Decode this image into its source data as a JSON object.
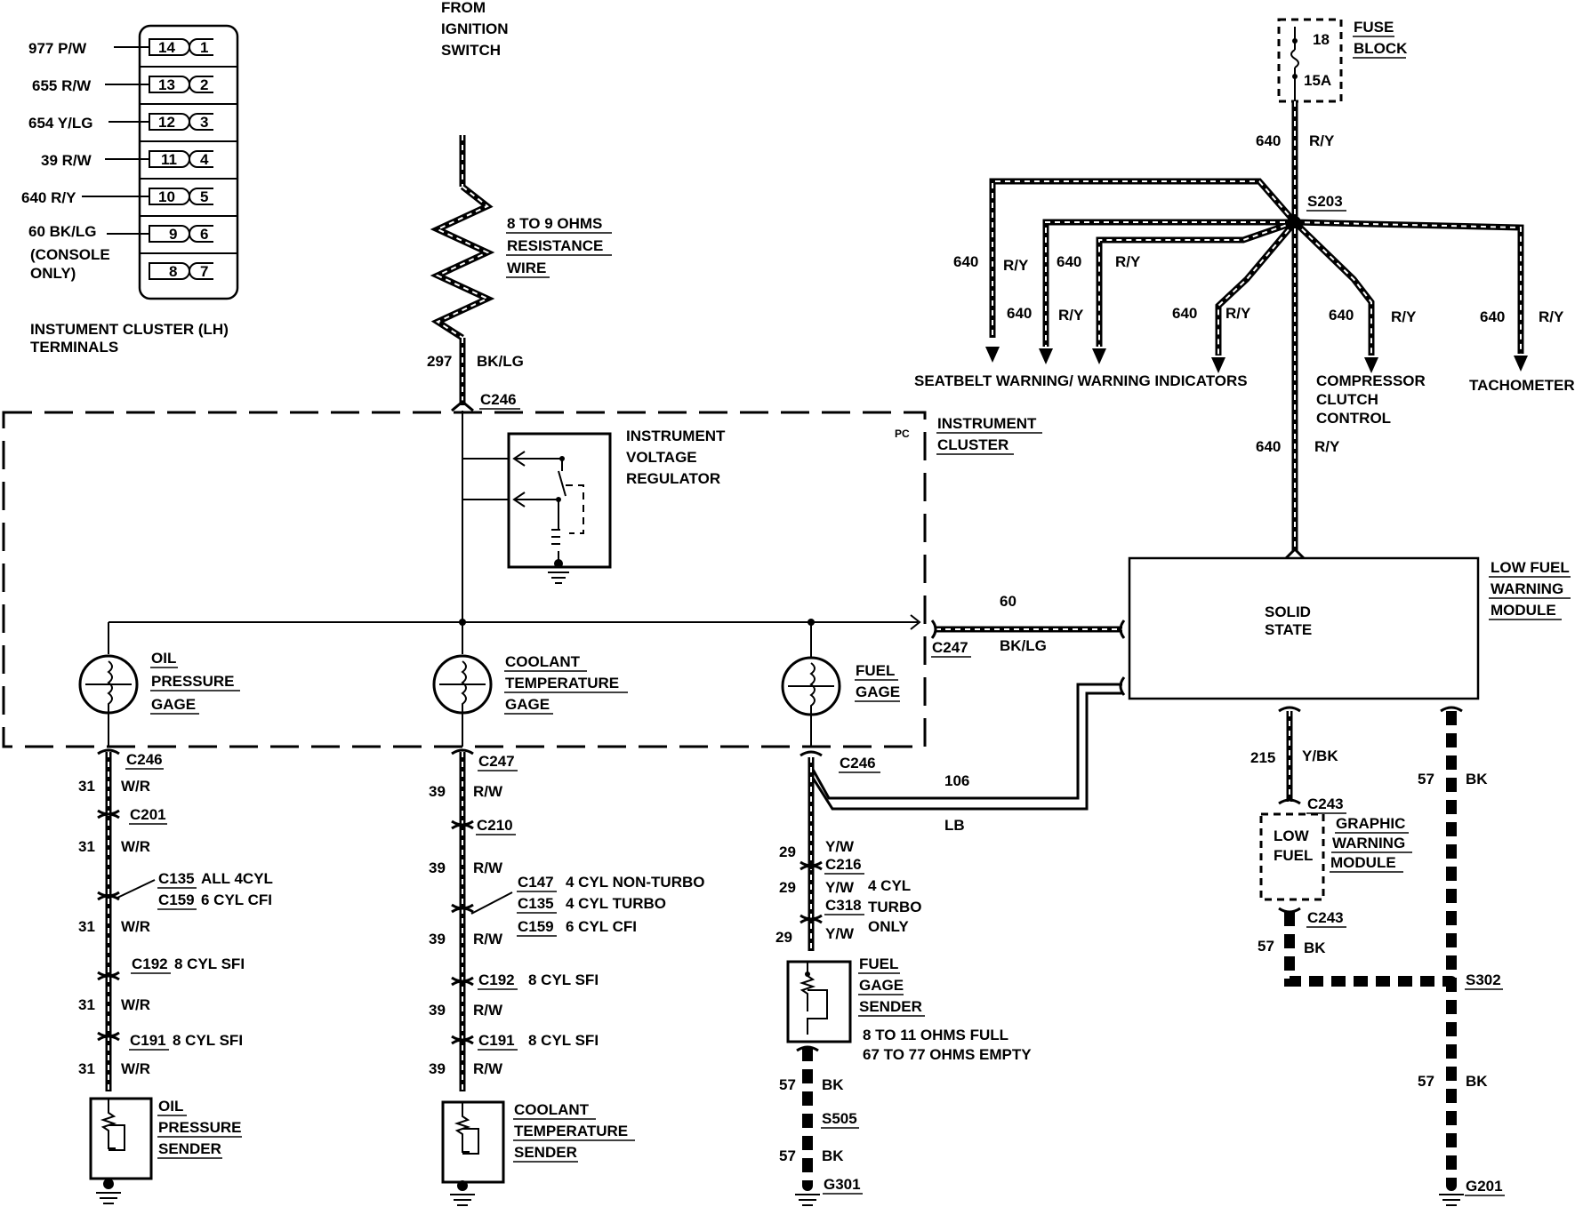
{
  "connector": {
    "pins_left": [
      "14",
      "13",
      "12",
      "11",
      "10",
      "9",
      "8"
    ],
    "pins_right": [
      "1",
      "2",
      "3",
      "4",
      "5",
      "6",
      "7"
    ],
    "wires": [
      "977 P/W",
      "655 R/W",
      "654 Y/LG",
      "39 R/W",
      "640 R/Y",
      "60 BK/LG"
    ],
    "note_1": "(CONSOLE",
    "note_2": "ONLY)",
    "title_1": "INSTUMENT CLUSTER (LH)",
    "title_2": "TERMINALS"
  },
  "ignition": {
    "line1": "FROM",
    "line2": "IGNITION",
    "line3": "SWITCH",
    "res_1": "8 TO 9 OHMS",
    "res_2": "RESISTANCE",
    "res_3": "WIRE",
    "circuit": "297",
    "color": "BK/LG",
    "conn": "C246"
  },
  "regulator": {
    "l1": "INSTRUMENT",
    "l2": "VOLTAGE",
    "l3": "REGULATOR"
  },
  "cluster": {
    "pc": "PC",
    "l1": "INSTRUMENT",
    "l2": "CLUSTER"
  },
  "fuse": {
    "num": "18",
    "amp": "15A",
    "l1": "FUSE",
    "l2": "BLOCK"
  },
  "splice": "S203",
  "power": {
    "circuit": "640",
    "color": "R/Y"
  },
  "loads": {
    "seatbelt": "SEATBELT WARNING/ WARNING INDICATORS",
    "compressor_1": "COMPRESSOR",
    "compressor_2": "CLUTCH",
    "compressor_3": "CONTROL",
    "tach": "TACHOMETER"
  },
  "module": {
    "l1": "SOLID",
    "l2": "STATE",
    "name_1": "LOW FUEL",
    "name_2": "WARNING",
    "name_3": "MODULE"
  },
  "bus": {
    "circuit": "60",
    "color": "BK/LG",
    "conn": "C247"
  },
  "lb": {
    "circuit": "106",
    "color": "LB"
  },
  "oil": {
    "gage_1": "OIL",
    "gage_2": "PRESSURE",
    "gage_3": "GAGE",
    "circuit": "31",
    "color": "W/R",
    "conns": [
      "C246",
      "C201",
      "C135",
      "C159",
      "C192",
      "C191"
    ],
    "c135_note": "ALL 4CYL",
    "c159_note": "6 CYL CFI",
    "c192_note": "8 CYL SFI",
    "c191_note": "8 CYL SFI",
    "sender_1": "OIL",
    "sender_2": "PRESSURE",
    "sender_3": "SENDER"
  },
  "coolant": {
    "gage_1": "COOLANT",
    "gage_2": "TEMPERATURE",
    "gage_3": "GAGE",
    "circuit": "39",
    "color": "R/W",
    "conns": [
      "C247",
      "C210",
      "C147",
      "C135",
      "C159",
      "C192",
      "C191"
    ],
    "c147_note": "4 CYL NON-TURBO",
    "c135_note": "4 CYL TURBO",
    "c159_note": "6 CYL CFI",
    "c192_note": "8 CYL SFI",
    "c191_note": "8 CYL SFI",
    "sender_1": "COOLANT",
    "sender_2": "TEMPERATURE",
    "sender_3": "SENDER"
  },
  "fuel": {
    "gage_1": "FUEL",
    "gage_2": "GAGE",
    "conn": "C246",
    "circuit": "29",
    "color": "Y/W",
    "c216": "C216",
    "c318": "C318",
    "turbo_1": "4 CYL",
    "turbo_2": "TURBO",
    "turbo_3": "ONLY",
    "sender_1": "FUEL",
    "sender_2": "GAGE",
    "sender_3": "SENDER",
    "ohms_1": "8 TO 11 OHMS FULL",
    "ohms_2": "67 TO 77 OHMS EMPTY",
    "gnd_circuit": "57",
    "gnd_color": "BK",
    "s505": "S505",
    "g301": "G301"
  },
  "graphic": {
    "circuit": "215",
    "color": "Y/BK",
    "conn": "C243",
    "low_1": "LOW",
    "low_2": "FUEL",
    "name_1": "GRAPHIC",
    "name_2": "WARNING",
    "name_3": "MODULE",
    "gnd_circuit": "57",
    "gnd_color": "BK",
    "s302": "S302",
    "g201": "G201"
  }
}
